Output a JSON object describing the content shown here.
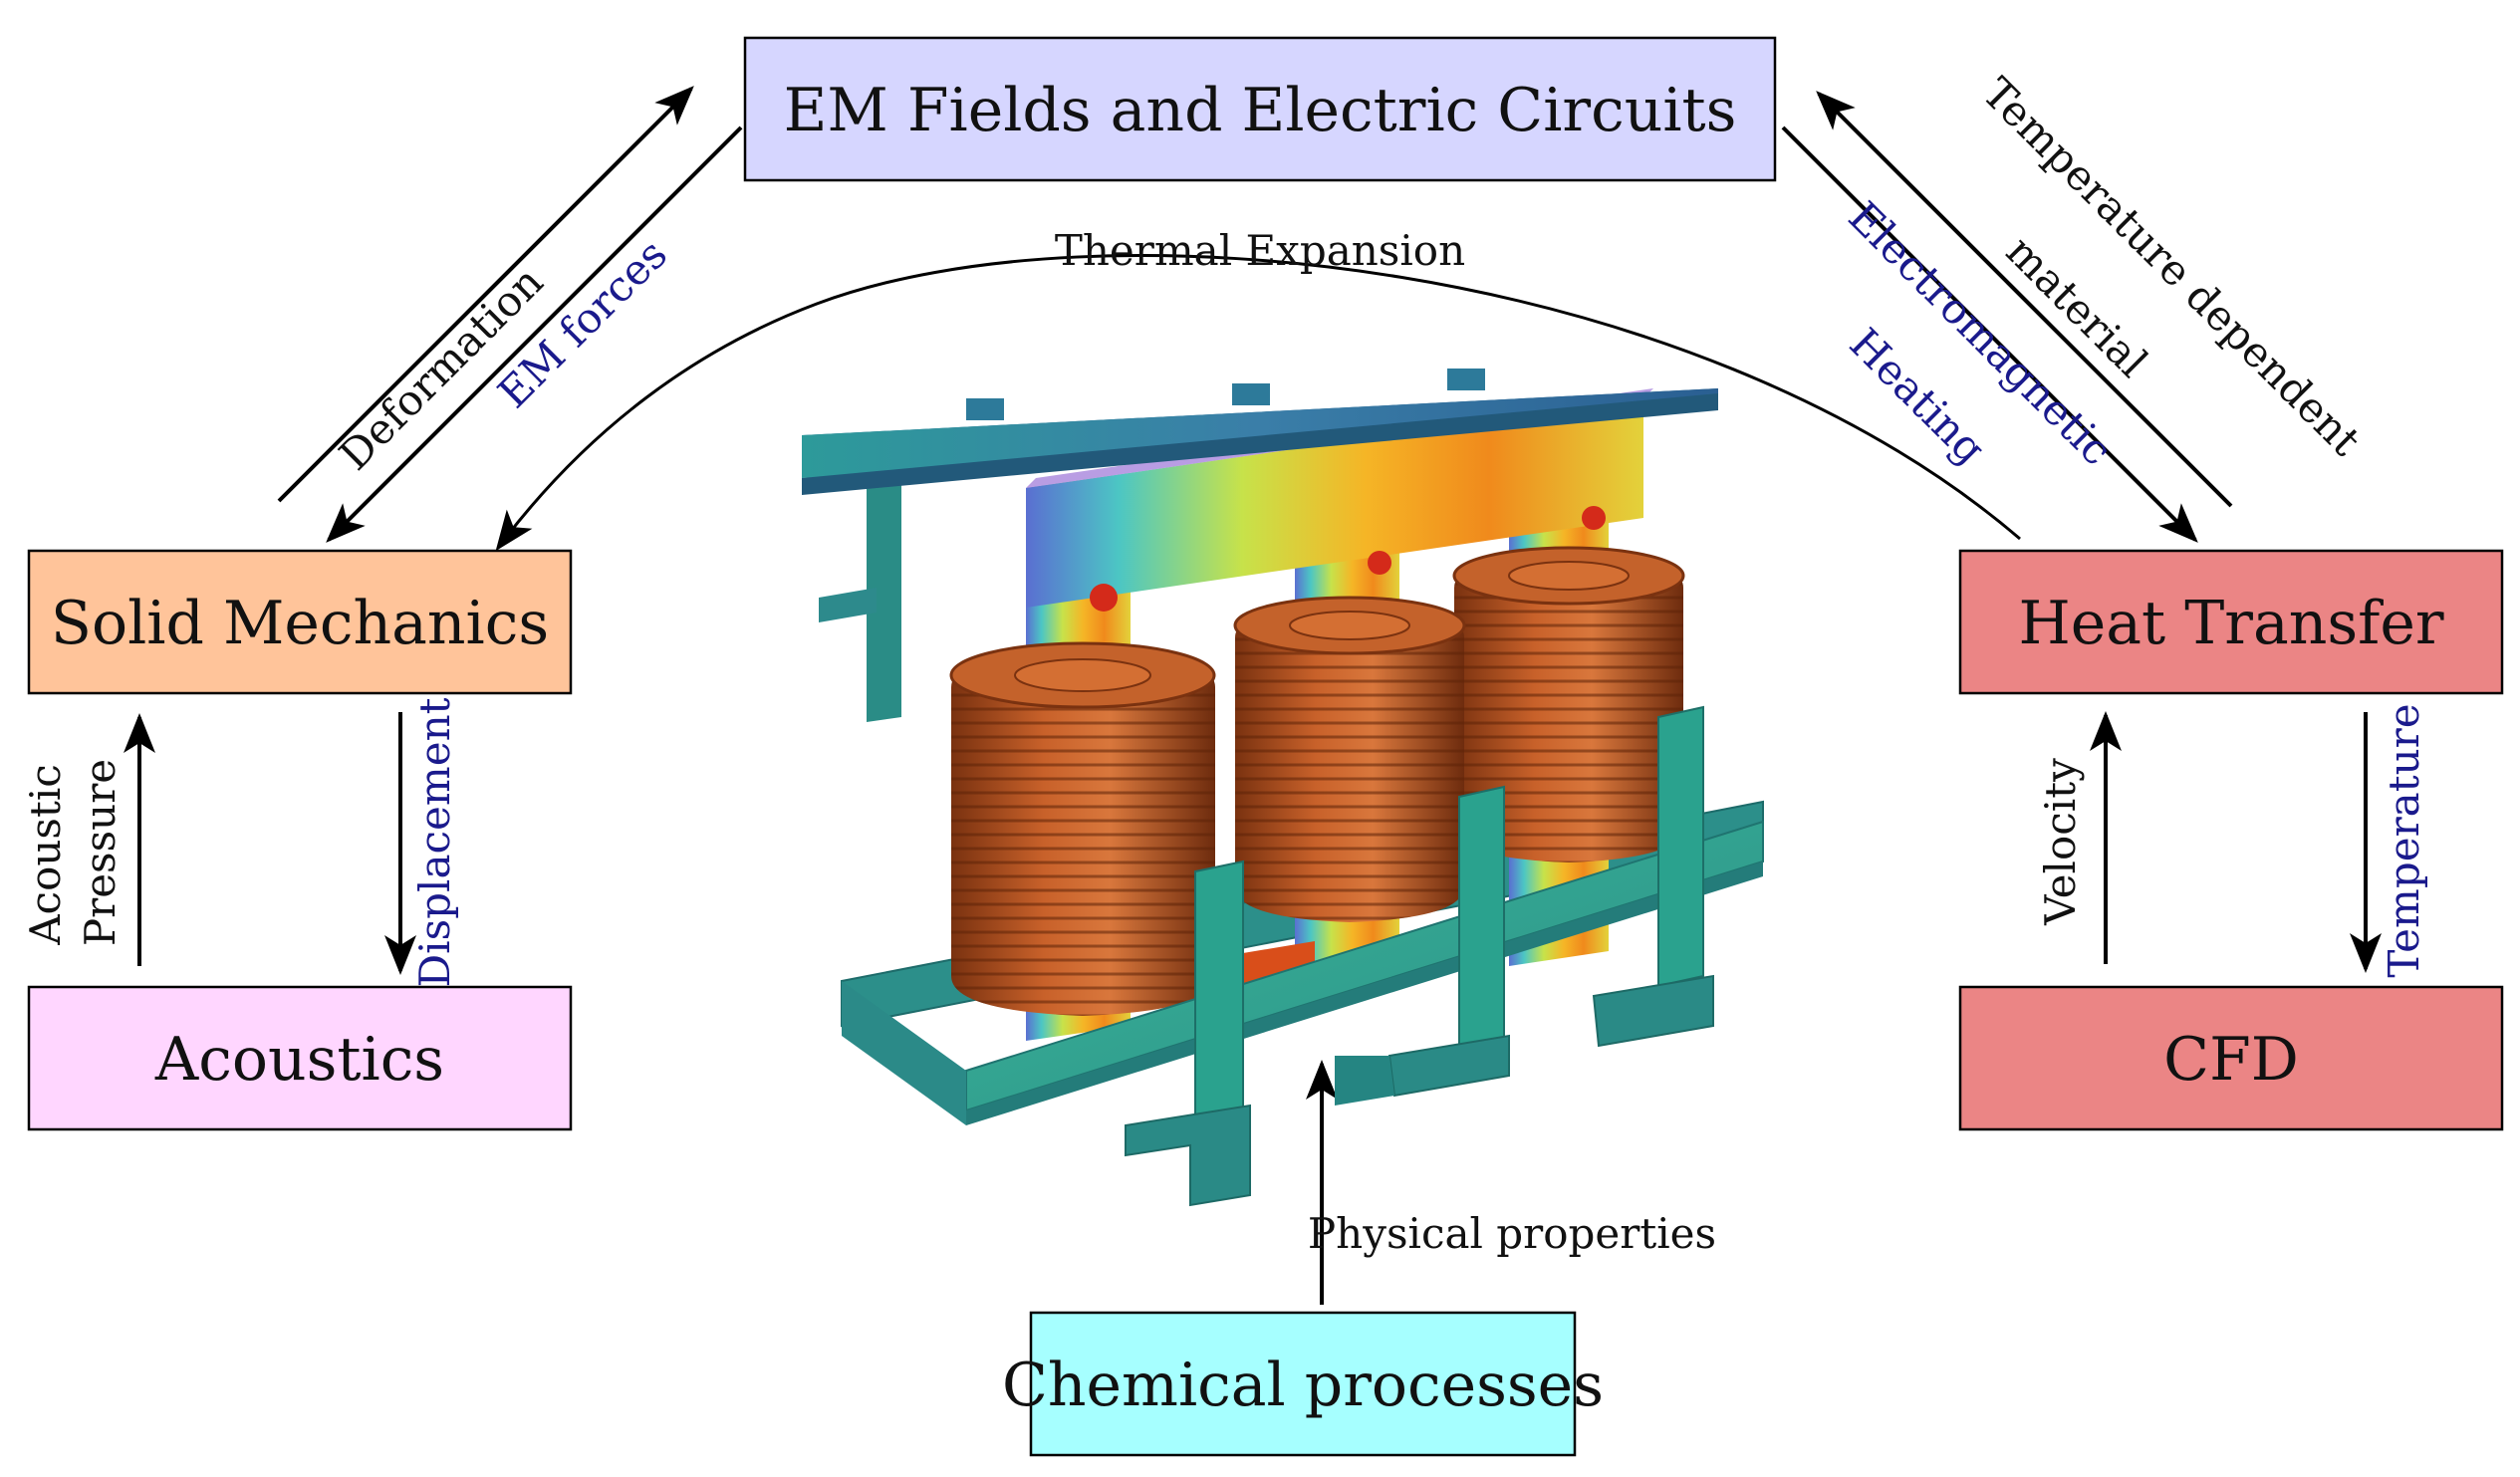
{
  "nodes": {
    "em": {
      "label": "EM Fields and Electric Circuits",
      "fill": "#d6d6ff"
    },
    "solid": {
      "label": "Solid Mechanics",
      "fill": "#ffc49a"
    },
    "heat": {
      "label": "Heat Transfer",
      "fill": "#eb8585"
    },
    "acoustics": {
      "label": "Acoustics",
      "fill": "#ffd6ff"
    },
    "cfd": {
      "label": "CFD",
      "fill": "#eb8585"
    },
    "chem": {
      "label": "Chemical processes",
      "fill": "#a6ffff"
    }
  },
  "edges": {
    "deformation": "Deformation",
    "em_forces": "EM forces",
    "thermal_expansion": "Thermal Expansion",
    "electromagnetic": "Electromagnetic",
    "heating": "Heating",
    "temperature_dependent": "Temperature dependent",
    "material": "material",
    "acoustic": "Acoustic",
    "pressure": "Pressure",
    "displacement": "Displacement",
    "velocity": "Velocity",
    "temperature": "Temperature",
    "physical_properties": "Physical properties"
  },
  "colors": {
    "blue_label": "#1a1a8c",
    "black_label": "#111111",
    "copper": "#b5531c",
    "core_teal": "#2f9a8c",
    "frame_blue": "#2b6a8a"
  },
  "illustration": {
    "subject": "transformer-with-coils"
  }
}
